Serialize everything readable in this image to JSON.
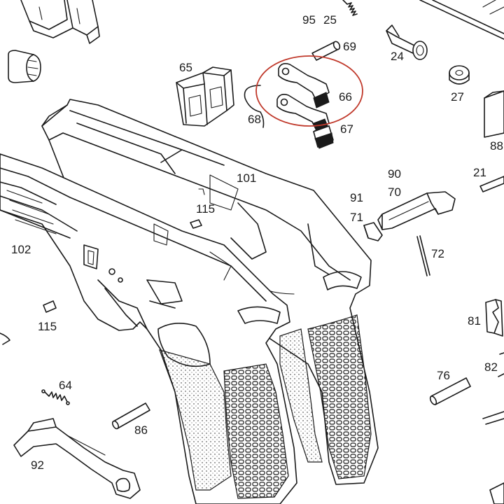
{
  "highlight_color": "#c0392b",
  "ink_color": "#1a1a1a",
  "labels": {
    "p95": "95",
    "p25": "25",
    "p69": "69",
    "p24": "24",
    "p65": "65",
    "p66": "66",
    "p27": "27",
    "p68": "68",
    "p67": "67",
    "p88": "88",
    "p101": "101",
    "p90": "90",
    "p21": "21",
    "p70": "70",
    "p91": "91",
    "p71": "71",
    "p115a": "115",
    "p102": "102",
    "p72": "72",
    "p81": "81",
    "p115b": "115",
    "p82": "82",
    "p64": "64",
    "p76": "76",
    "p86": "86",
    "p92": "92"
  }
}
